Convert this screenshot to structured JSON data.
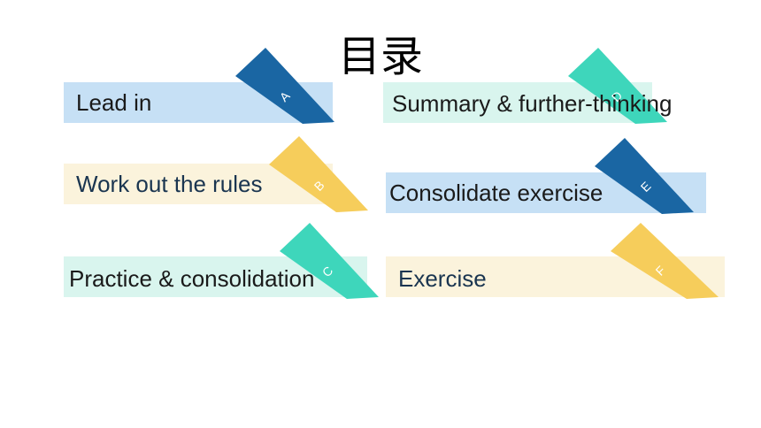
{
  "title": "目录",
  "items": [
    {
      "label": "Lead in",
      "letter": "A",
      "bar_color": "#c6e0f5",
      "tab_color": "#1a66a3",
      "text_color": "#1a1a1a"
    },
    {
      "label": "Work out the rules",
      "letter": "B",
      "bar_color": "#fbf3dc",
      "tab_color": "#f6cd5b",
      "text_color": "#1a3550"
    },
    {
      "label": "Practice & consolidation",
      "letter": "C",
      "bar_color": "#d9f5ee",
      "tab_color": "#3ed6bb",
      "text_color": "#1a1a1a"
    },
    {
      "label": "Summary & further-thinking",
      "letter": "D",
      "bar_color": "#d9f5ee",
      "tab_color": "#3ed6bb",
      "text_color": "#1a1a1a"
    },
    {
      "label": "Consolidate exercise",
      "letter": "E",
      "bar_color": "#c6e0f5",
      "tab_color": "#1a66a3",
      "text_color": "#1a1a1a"
    },
    {
      "label": "Exercise",
      "letter": "F",
      "bar_color": "#fbf3dc",
      "tab_color": "#f6cd5b",
      "text_color": "#1a3550"
    }
  ]
}
